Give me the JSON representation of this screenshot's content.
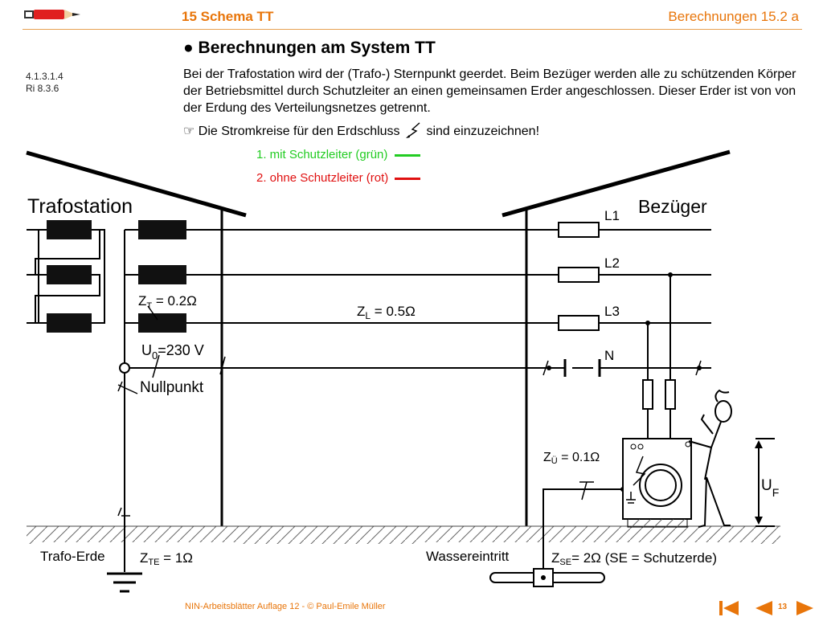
{
  "header": {
    "title": "15  Schema TT",
    "right": "Berechnungen  15.2 a"
  },
  "section_title": "Berechnungen am System TT",
  "references": [
    "4.1.3.1.4",
    "Ri 8.3.6"
  ],
  "intro": "Bei der Trafostation wird der (Trafo-) Sternpunkt geerdet. Beim Bezüger werden alle zu schützenden Körper der Betriebsmittel durch Schutzleiter an einen gemeinsamen Erder angeschlossen. Dieser Erder ist von von der Erdung des Verteilungsnetzes getrennt.",
  "task": {
    "before": "Die Stromkreise für den Erdschluss",
    "after": "sind einzuzeichnen!"
  },
  "legend": {
    "green": "1. mit Schutzleiter (grün)",
    "red": "2. ohne Schutzleiter (rot)"
  },
  "colors": {
    "accent": "#e8750a",
    "green": "#22cc22",
    "red": "#e01010"
  },
  "diagram": {
    "trafostation": "Trafostation",
    "bezueger": "Bezüger",
    "L1": "L1",
    "L2": "L2",
    "L3": "L3",
    "N": "N",
    "zt_main": "Z",
    "zt_sub": "T",
    "zt_val": " = 0.2Ω",
    "zl_main": "Z",
    "zl_sub": "L",
    "zl_val": " = 0.5Ω",
    "u0_main": "U",
    "u0_sub": "0",
    "u0_val": "=230 V",
    "nullpunkt": "Nullpunkt",
    "zu_main": "Z",
    "zu_sub": "Ü",
    "zu_val": " = 0.1Ω",
    "uf_main": "U",
    "uf_sub": "F",
    "trafo_erde": "Trafo-Erde",
    "zte_main": "Z",
    "zte_sub": "TE",
    "zte_val": " = 1Ω",
    "wassereintritt": "Wassereintritt",
    "zse_main": "Z",
    "zse_sub": "SE",
    "zse_val": "= 2Ω  (SE = Schutzerde)"
  },
  "footer": "NIN-Arbeitsblätter Auflage 12 -  © Paul-Emile Müller",
  "page_number": "13",
  "icons": [
    "pencil-icon",
    "first-page-icon",
    "previous-page-icon",
    "next-page-icon"
  ]
}
